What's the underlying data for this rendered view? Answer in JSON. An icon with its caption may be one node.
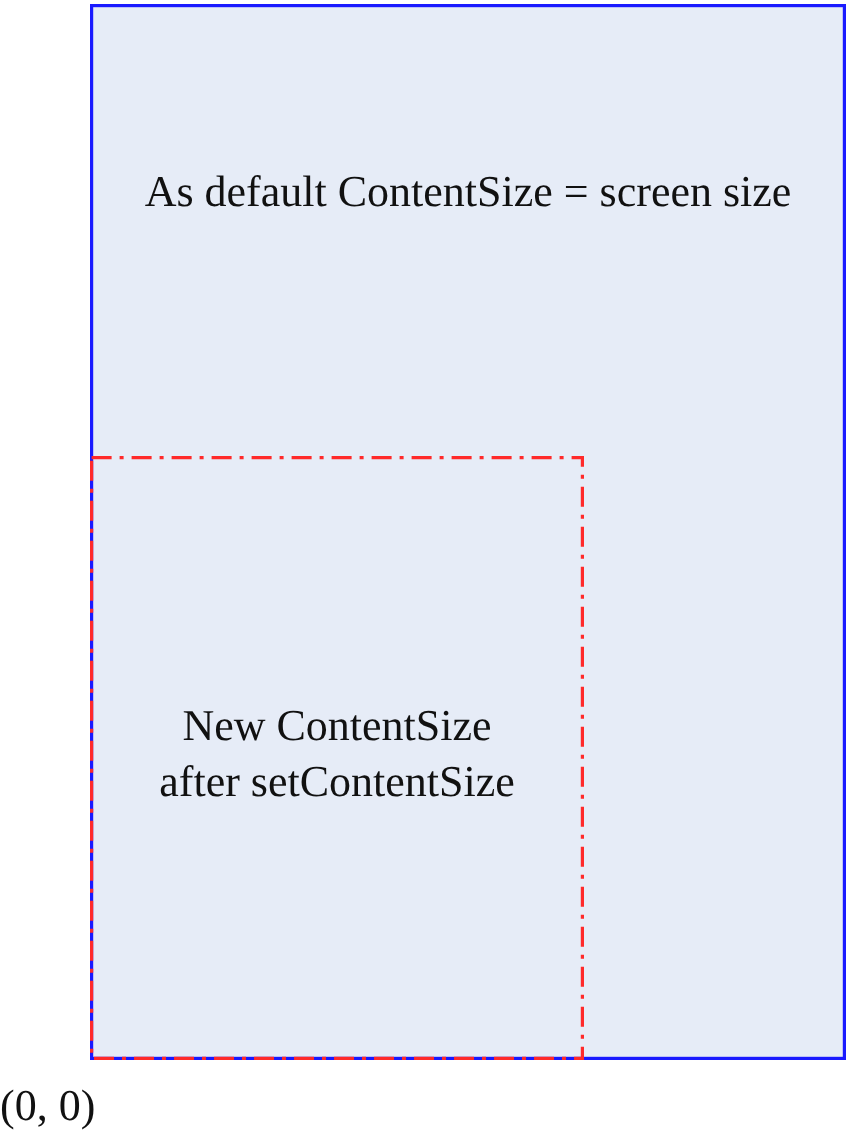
{
  "diagram": {
    "nodes": [
      {
        "text": [
          "As default ContentSize = screen size"
        ]
      },
      {
        "text": [
          "New ContentSize after setContentSize"
        ],
        "in": 0
      }
    ],
    "labels": [
      "(0, 0)"
    ]
  }
}
